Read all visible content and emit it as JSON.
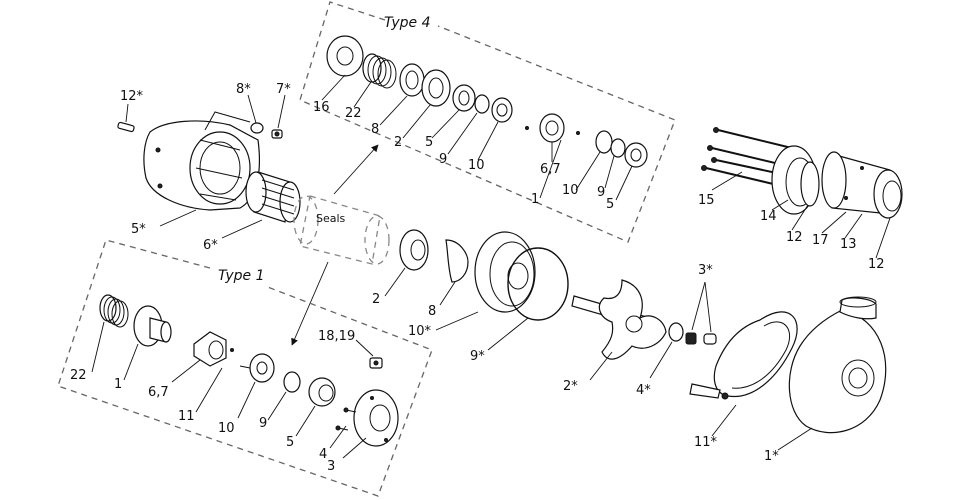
{
  "groups": {
    "type4_title": "Type 4",
    "type1_title": "Type 1",
    "seals_label": "Seals"
  },
  "labels": {
    "l12s": "12*",
    "l8s": "8*",
    "l7s": "7*",
    "l5s": "5*",
    "l6s": "6*",
    "t4_16": "16",
    "t4_22": "22",
    "t4_8": "8",
    "t4_2": "2",
    "t4_5a": "5",
    "t4_9a": "9",
    "t4_10a": "10",
    "t4_67": "6,7",
    "t4_1": "1",
    "t4_10b": "10",
    "t4_9b": "9",
    "t4_5b": "5",
    "r15": "15",
    "r14": "14",
    "r12a": "12",
    "r17": "17",
    "r13": "13",
    "r12b": "12",
    "m2": "2",
    "m8": "8",
    "m10s": "10*",
    "m9s": "9*",
    "m2s": "2*",
    "m4s": "4*",
    "m3s": "3*",
    "m11s": "11*",
    "m1s": "1*",
    "t1_1819": "18,19",
    "t1_22": "22",
    "t1_1": "1",
    "t1_67": "6,7",
    "t1_11": "11",
    "t1_10": "10",
    "t1_9": "9",
    "t1_5": "5",
    "t1_4": "4",
    "t1_3": "3"
  }
}
